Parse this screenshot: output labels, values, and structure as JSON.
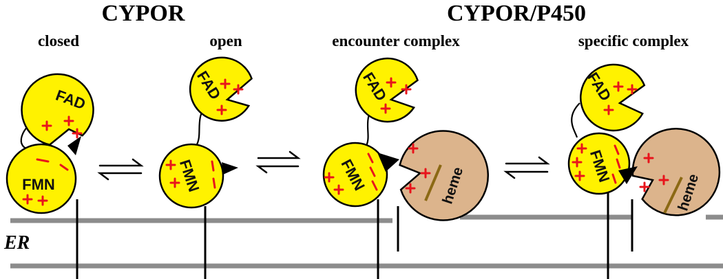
{
  "titles": {
    "cypor": "CYPOR",
    "complex": "CYPOR/P450"
  },
  "states": {
    "closed": "closed",
    "open": "open",
    "encounter": "encounter complex",
    "specific": "specific complex"
  },
  "membrane_label": "ER",
  "domains": {
    "fad": "FAD",
    "fmn": "FMN",
    "heme": "heme"
  },
  "colors": {
    "flavin_domain": "#fff200",
    "p450": "#dcb48c",
    "charge": "#e8141b",
    "membrane": "#8c8c8c",
    "heme_bar": "#8b6914"
  },
  "icons": {
    "equilibrium": "equilibrium-arrows-icon",
    "positive": "plus-charge-icon",
    "negative": "minus-charge-icon"
  }
}
